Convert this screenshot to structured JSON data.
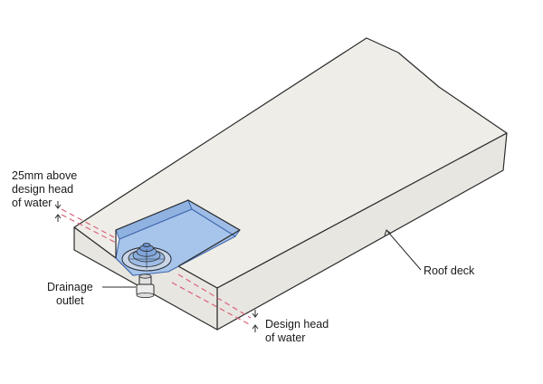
{
  "labels": {
    "above_head": [
      "25mm above",
      "design head",
      "of water"
    ],
    "drainage_outlet": [
      "Drainage",
      "outlet"
    ],
    "roof_deck": "Roof deck",
    "design_head": [
      "Design head",
      "of water"
    ]
  },
  "colors": {
    "deck_top": "#efede7",
    "deck_side": "#e8e6e0",
    "outline": "#2b2b2b",
    "water": "#a7c4ea",
    "water_outline": "#3f67b0",
    "dashed_line": "#d95b73"
  }
}
